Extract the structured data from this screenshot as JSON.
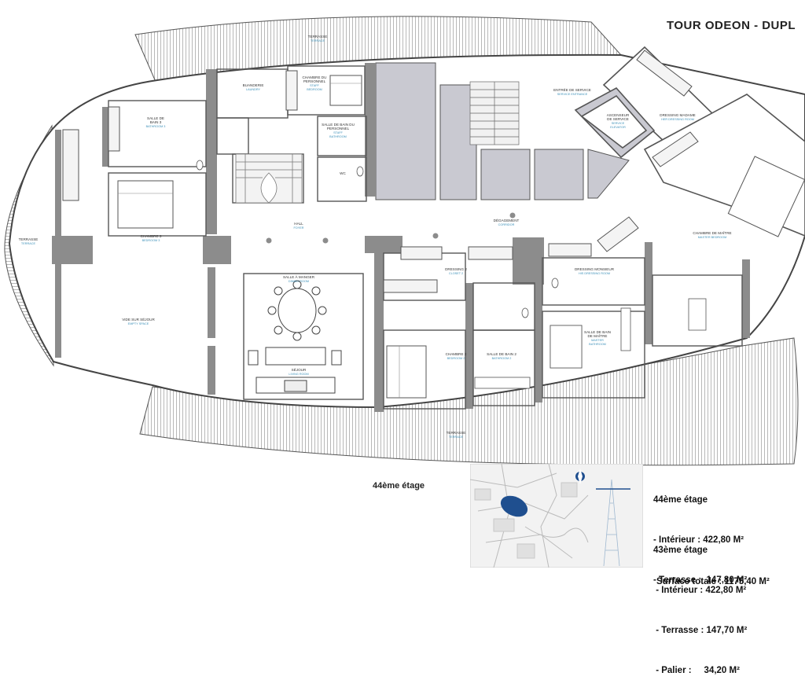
{
  "title": "TOUR ODEON  -  DUPL",
  "floor_label": "44ème étage",
  "rooms": {
    "terrasse_top": [
      "TERRASSE",
      "TERRACE"
    ],
    "terrasse_left": [
      "TERRASSE",
      "TERRACE"
    ],
    "terrasse_bottom": [
      "TERRASSE",
      "TERRACE"
    ],
    "buanderie": [
      "BUANDERIE",
      "LAUNDRY"
    ],
    "chambre_personnel": [
      "CHAMBRE DU",
      "PERSONNEL",
      "STAFF",
      "BEDROOM"
    ],
    "sdb_personnel": [
      "SALLE DE BAIN DU",
      "PERSONNEL",
      "STAFF",
      "BATHROOM"
    ],
    "wc": [
      "WC"
    ],
    "salle_bain3": [
      "SALLE DE",
      "BAIN 3",
      "BATHROOM 3"
    ],
    "chambre3": [
      "CHAMBRE 3",
      "BEDROOM 3"
    ],
    "hall": [
      "HALL",
      "FOYER"
    ],
    "entree_service": [
      "ENTRÉE DE SERVICE",
      "SERVICE ENTRANCE"
    ],
    "ascenseur_service": [
      "ASCENSEUR",
      "DE SERVICE",
      "SERVICE",
      "ELEVATOR"
    ],
    "dressing_madame": [
      "DRESSING MADAME",
      "HER DRESSING ROOM"
    ],
    "degagement": [
      "DÉGAGEMENT",
      "CORRIDOR"
    ],
    "chambre_maitre": [
      "CHAMBRE DE MAÎTRE",
      "MASTER BEDROOM"
    ],
    "vide_sejour": [
      "VIDE SUR SÉJOUR",
      "EMPTY SPACE"
    ],
    "salle_manger": [
      "SALLE À MANGER",
      "DINING ROOM"
    ],
    "sejour": [
      "SÉJOUR",
      "LIVING ROOM"
    ],
    "dressing2": [
      "DRESSING 2",
      "CLOSET 2"
    ],
    "dressing_monsieur": [
      "DRESSING MONSIEUR",
      "HIS DRESSING ROOM"
    ],
    "chambre2": [
      "CHAMBRE 2",
      "BEDROOM 2"
    ],
    "salle_bain2": [
      "SALLE DE BAIN 2",
      "BATHROOM 2"
    ],
    "sdb_maitre": [
      "SALLE DE BAIN",
      "DE MAÎTRE",
      "MASTER",
      "BATHROOM"
    ]
  },
  "floor44": {
    "heading": "44ème étage",
    "lines": [
      "- Intérieur : 422,80 M²",
      "- Terrasse :  147,80 M²"
    ]
  },
  "floor43": {
    "heading": "43ème étage",
    "lines": [
      " - Intérieur : 422,80 M²",
      " - Terrasse : 147,70 M²",
      " - Palier :     34,20 M²"
    ]
  },
  "total": "Surface totale : 1175,40 M²",
  "colors": {
    "wall": "#8c8c8c",
    "core_fill": "#c9c9d1",
    "terrace_stripe": "#9a9a9a",
    "highlight": "#1f4f8f",
    "caption_blue": "#3a8fb8"
  }
}
